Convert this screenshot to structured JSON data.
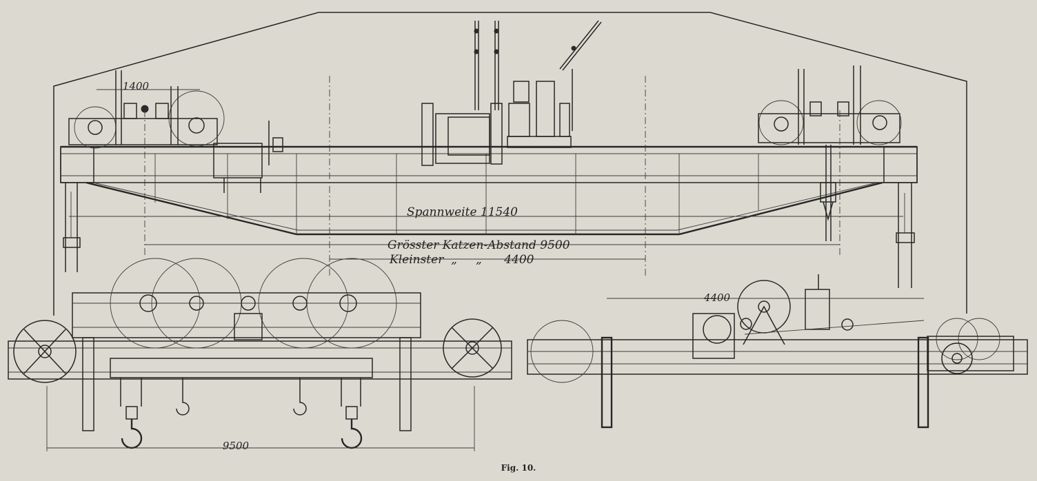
{
  "figure": {
    "caption": "Fig. 10."
  },
  "dimensions": {
    "trolley_wheelbase": "1400",
    "span": "Spannweite 11540",
    "max_trolley_distance": "Grösster Katzen-Abstand 9500",
    "min_trolley_distance": "Kleinster  „     „      4400",
    "side_view_distance": "4400",
    "bottom_distance": "9500"
  }
}
